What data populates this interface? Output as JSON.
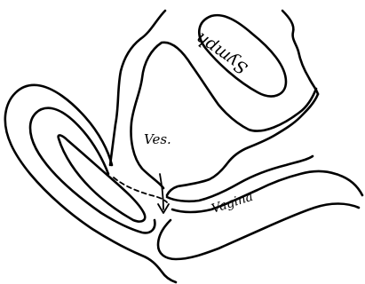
{
  "labels": {
    "symph": "Symph",
    "ves": "Ves.",
    "vagina": "Vagina"
  },
  "colors": {
    "ink": "#000000",
    "background": "#ffffff"
  }
}
